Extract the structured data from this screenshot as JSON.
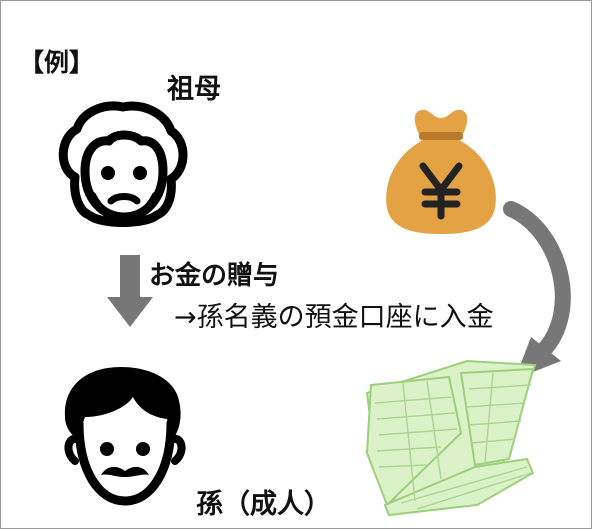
{
  "labels": {
    "example": "【例】",
    "grandmother": "祖母",
    "gift": "お金の贈与",
    "deposit": "→孫名義の預金口座に入金",
    "grandchild": "孫（成人）"
  },
  "icons": {
    "grandmother": "grandmother-face-icon",
    "money_bag": "yen-money-bag-icon",
    "passbook": "bankbook-icon",
    "grandchild": "man-with-mustache-face-icon",
    "gift_arrow": "down-arrow-icon",
    "flow_arrow": "curved-arrow-icon"
  },
  "colors": {
    "money_bag": "#e3a244",
    "money_bag_dark": "#b87a2a",
    "yen_mark": "#222222",
    "passbook_fill": "#dbf2c8",
    "passbook_line": "#9ccf7e",
    "arrow_gray": "#777777",
    "border": "#9a9a9a"
  }
}
